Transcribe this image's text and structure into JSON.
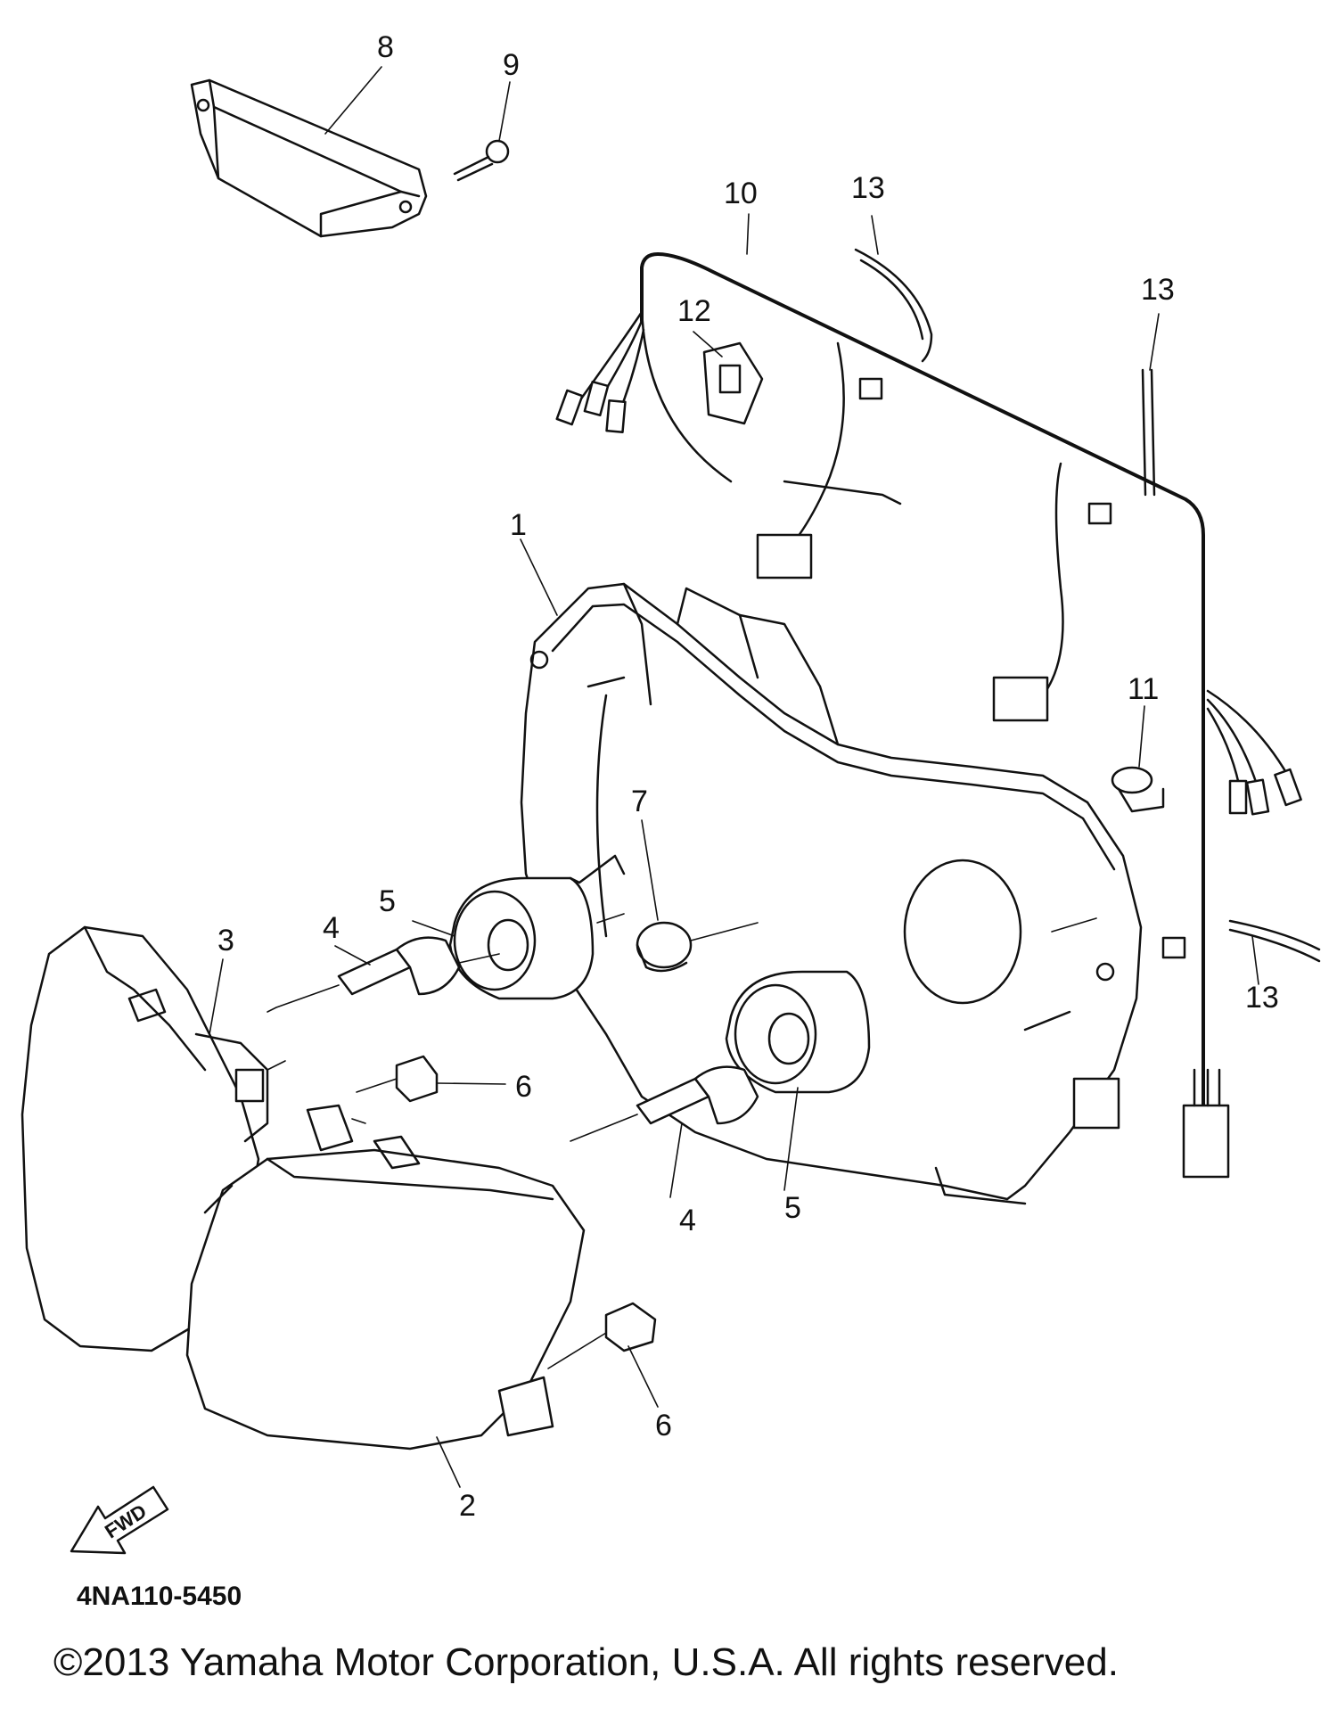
{
  "diagram": {
    "callouts": {
      "c1": "1",
      "c2": "2",
      "c3": "3",
      "c4a": "4",
      "c4b": "4",
      "c5a": "5",
      "c5b": "5",
      "c6a": "6",
      "c6b": "6",
      "c7": "7",
      "c8": "8",
      "c9": "9",
      "c10": "10",
      "c11": "11",
      "c12": "12",
      "c13a": "13",
      "c13b": "13",
      "c13c": "13"
    },
    "forward_label": "FWD",
    "part_code": "4NA110-5450",
    "copyright": "©2013 Yamaha Motor Corporation, U.S.A. All rights reserved."
  }
}
